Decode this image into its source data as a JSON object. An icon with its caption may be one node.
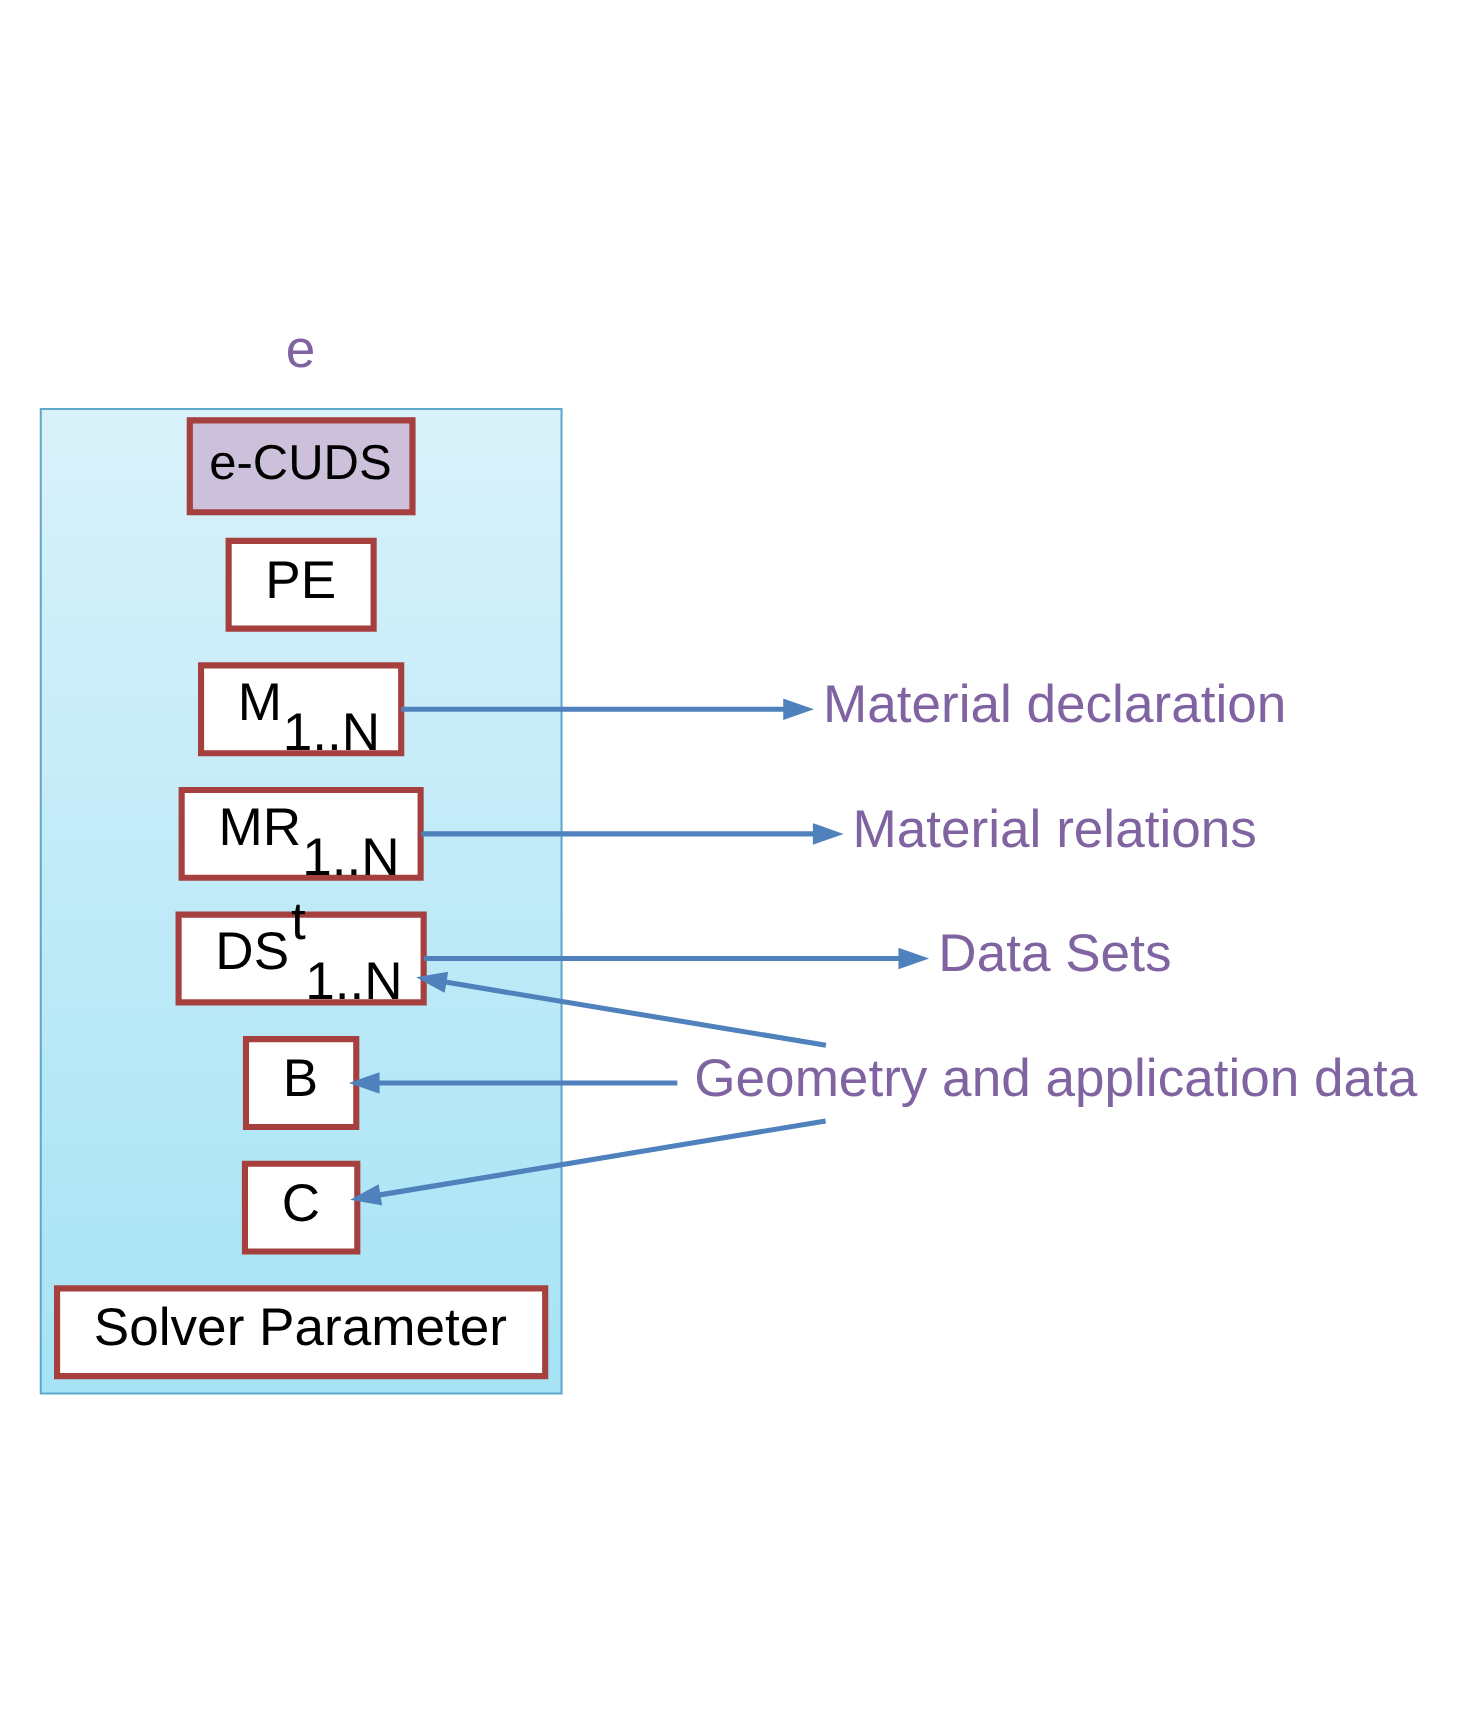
{
  "diagram": {
    "nodes": [
      {
        "text": [
          "e-CUDS"
        ]
      },
      {
        "text": [
          "PE"
        ],
        "in": 0
      },
      {
        "text": [
          "M$_{1..N}$"
        ],
        "in": 0
      },
      {
        "text": [
          "MR$_{1..N}$"
        ],
        "in": 0
      },
      {
        "text": [
          "DS$^{t}$$_{1..N}$"
        ],
        "in": 0
      },
      {
        "text": [
          "B"
        ],
        "in": 0
      },
      {
        "text": [
          "C"
        ],
        "in": 0
      },
      {
        "text": [
          "Solver Parameter"
        ],
        "in": 0
      },
      {
        "text": [
          "Material declaration"
        ]
      },
      {
        "text": [
          "Material relations"
        ]
      },
      {
        "text": [
          "Data Sets"
        ]
      },
      {
        "text": [
          "Geometry and application data"
        ]
      }
    ],
    "edges": [
      {
        "from": 2,
        "to": 8,
        "arrow": "to"
      },
      {
        "from": 3,
        "to": 9,
        "arrow": "to"
      },
      {
        "from": 4,
        "to": 10,
        "arrow": "to"
      },
      {
        "from": 11,
        "to": 4,
        "arrow": "to"
      },
      {
        "from": 11,
        "to": 5,
        "arrow": "to"
      },
      {
        "from": 11,
        "to": 6,
        "arrow": "to"
      }
    ],
    "labels": [
      "e"
    ]
  }
}
